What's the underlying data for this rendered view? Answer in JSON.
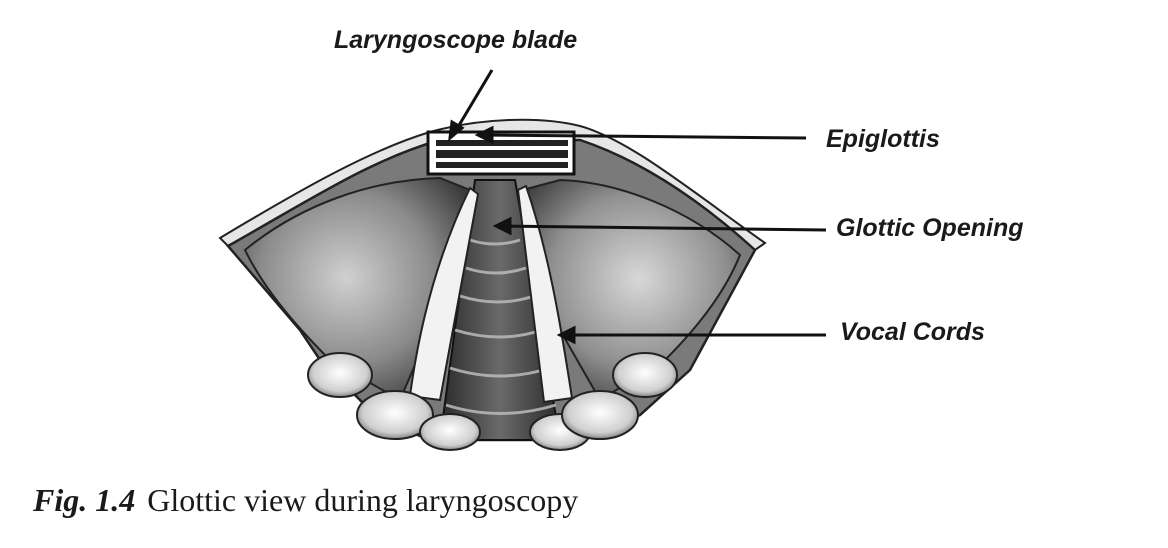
{
  "labels": {
    "blade": "Laryngoscope blade",
    "epiglottis": "Epiglottis",
    "glottic_opening": "Glottic Opening",
    "vocal_cords": "Vocal Cords"
  },
  "caption": {
    "number": "Fig. 1.4",
    "text": "Glottic view during laryngoscopy"
  }
}
